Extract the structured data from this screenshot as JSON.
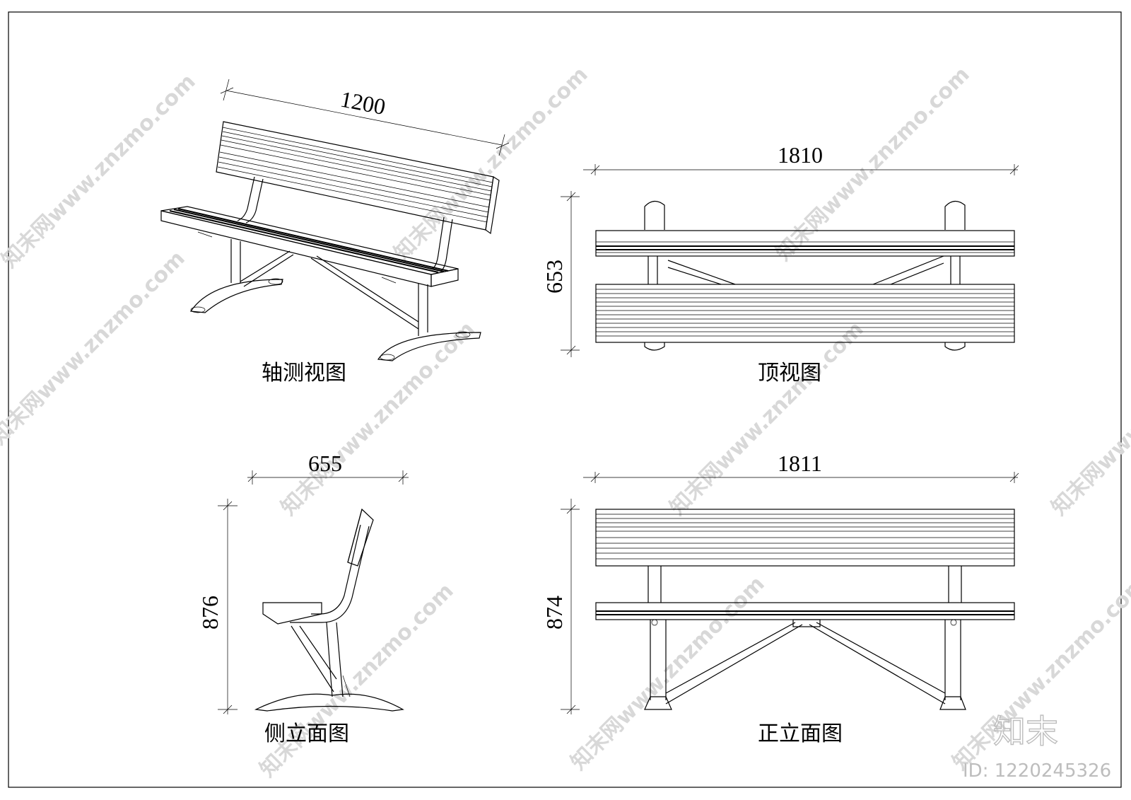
{
  "views": {
    "axonometric": {
      "label": "轴测视图",
      "dim_length": "1200"
    },
    "top": {
      "label": "顶视图",
      "dim_width": "1810",
      "dim_depth": "653"
    },
    "side": {
      "label": "侧立面图",
      "dim_depth": "655",
      "dim_height": "876"
    },
    "front": {
      "label": "正立面图",
      "dim_width": "1811",
      "dim_height": "874"
    }
  },
  "watermark": {
    "text": "知末网www.znzmo.com",
    "brand": "知末",
    "id": "ID: 1220245326"
  },
  "colors": {
    "line": "#000000",
    "watermark": "#d8d8d8",
    "brand": "#bdbdbd"
  }
}
